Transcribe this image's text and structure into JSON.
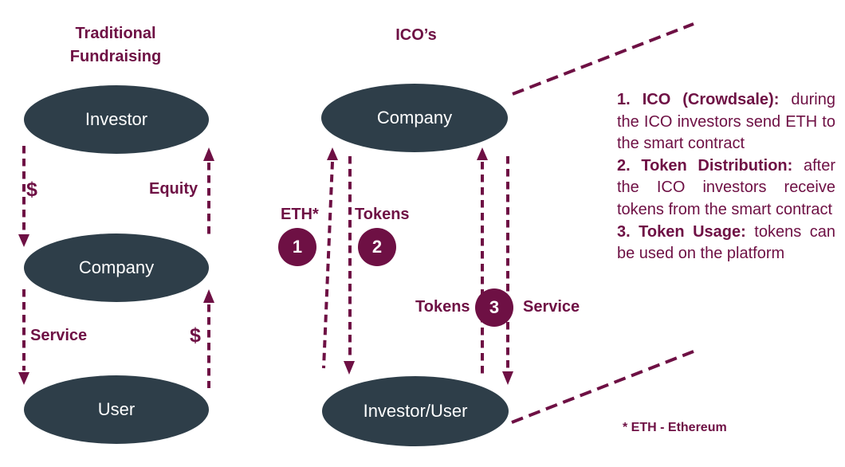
{
  "colors": {
    "burgundy": "#6E1044",
    "slate": "#2E3E49",
    "white": "#FFFFFF"
  },
  "left_diagram": {
    "title": "Traditional\nFundraising",
    "nodes": [
      {
        "label": "Investor"
      },
      {
        "label": "Company"
      },
      {
        "label": "User"
      }
    ],
    "flows": [
      {
        "label": "$",
        "from": "Investor",
        "to": "Company",
        "direction": "down"
      },
      {
        "label": "Equity",
        "from": "Company",
        "to": "Investor",
        "direction": "up"
      },
      {
        "label": "Service",
        "from": "Company",
        "to": "User",
        "direction": "down"
      },
      {
        "label": "$",
        "from": "User",
        "to": "Company",
        "direction": "up"
      }
    ]
  },
  "ico_diagram": {
    "title": "ICO’s",
    "nodes": [
      {
        "label": "Company"
      },
      {
        "label": "Investor/User"
      }
    ],
    "flows": [
      {
        "label": "ETH*",
        "badge": "1",
        "from": "Investor/User",
        "to": "Company",
        "direction": "up"
      },
      {
        "label": "Tokens",
        "badge": "2",
        "from": "Company",
        "to": "Investor/User",
        "direction": "down"
      },
      {
        "label": "Tokens",
        "badge": "3",
        "from": "Investor/User",
        "to": "Company",
        "direction": "up"
      },
      {
        "label": "Service",
        "from": "Company",
        "to": "Investor/User",
        "direction": "down"
      }
    ]
  },
  "legend": {
    "items": [
      {
        "bold": "1. ICO (Crowdsale):",
        "text": " during the ICO investors send ETH to the smart contract"
      },
      {
        "bold": "2. Token Distribution:",
        "text": " after the ICO investors receive tokens from the smart contract"
      },
      {
        "bold": "3. Token Usage:",
        "text": " tokens can be used on the platform"
      }
    ]
  },
  "footnote": "* ETH - Ethereum"
}
